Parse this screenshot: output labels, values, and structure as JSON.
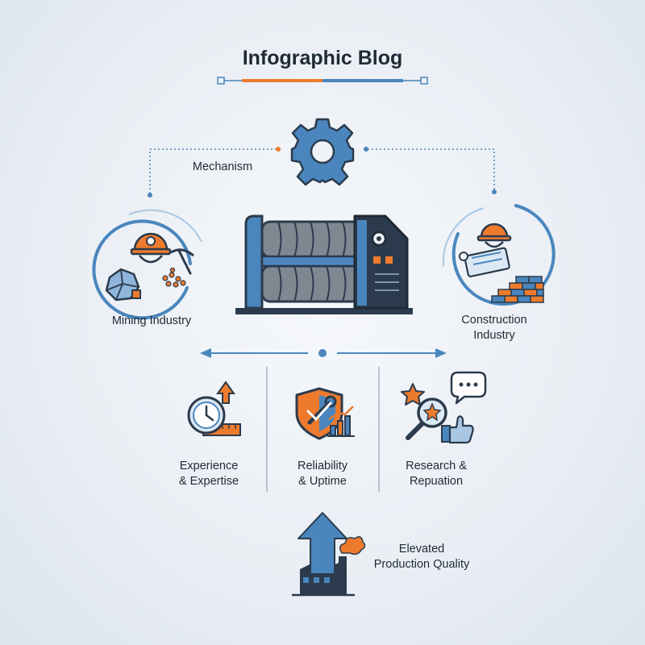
{
  "title": "Infographic Blog",
  "nodes": {
    "mechanism": "Mechanism",
    "mining": "Mining Industry",
    "construction_line1": "Construction",
    "construction_line2": "Industry"
  },
  "factors": [
    {
      "line1": "Experience",
      "line2": "& Expertise"
    },
    {
      "line1": "Reliability",
      "line2": "& Uptime"
    },
    {
      "line1": "Research &",
      "line2": "Repuation"
    }
  ],
  "outcome": {
    "line1": "Elevated",
    "line2": "Production Quality"
  },
  "colors": {
    "navy": "#2b3b4d",
    "blue": "#4a86bd",
    "orange": "#ee7b2d",
    "light_blue": "#a9c7e3"
  }
}
